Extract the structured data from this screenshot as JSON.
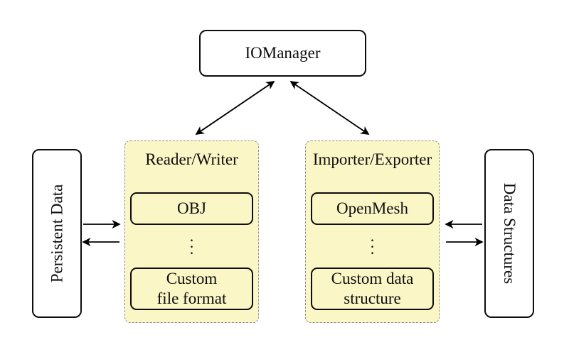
{
  "colors": {
    "background": "#ffffff",
    "node_border": "#0d0d0d",
    "group_fill": "#fbf6c6",
    "group_dashed_border": "#8f8f8f",
    "arrow": "#000000",
    "text": "#0d0d0d"
  },
  "nodes": {
    "io_manager": {
      "label": "IOManager"
    },
    "persistent_data": {
      "label": "Persistent Data"
    },
    "data_structures": {
      "label": "Data Structures"
    }
  },
  "groups": {
    "reader_writer": {
      "label": "Reader/Writer",
      "top_item": "OBJ",
      "ellipsis": ".\n.\n.",
      "bottom_item": "Custom\nfile format"
    },
    "importer_exporter": {
      "label": "Importer/Exporter",
      "top_item": "OpenMesh",
      "ellipsis": ".\n.\n.",
      "bottom_item": "Custom data\nstructure"
    }
  },
  "arrows": [
    {
      "from": "IOManager",
      "to": "Reader/Writer",
      "bidirectional": true
    },
    {
      "from": "IOManager",
      "to": "Importer/Exporter",
      "bidirectional": true
    },
    {
      "from": "Persistent Data",
      "to": "Reader/Writer",
      "bidirectional": false
    },
    {
      "from": "Reader/Writer",
      "to": "Persistent Data",
      "bidirectional": false
    },
    {
      "from": "Data Structures",
      "to": "Importer/Exporter",
      "bidirectional": false
    },
    {
      "from": "Importer/Exporter",
      "to": "Data Structures",
      "bidirectional": false
    }
  ]
}
